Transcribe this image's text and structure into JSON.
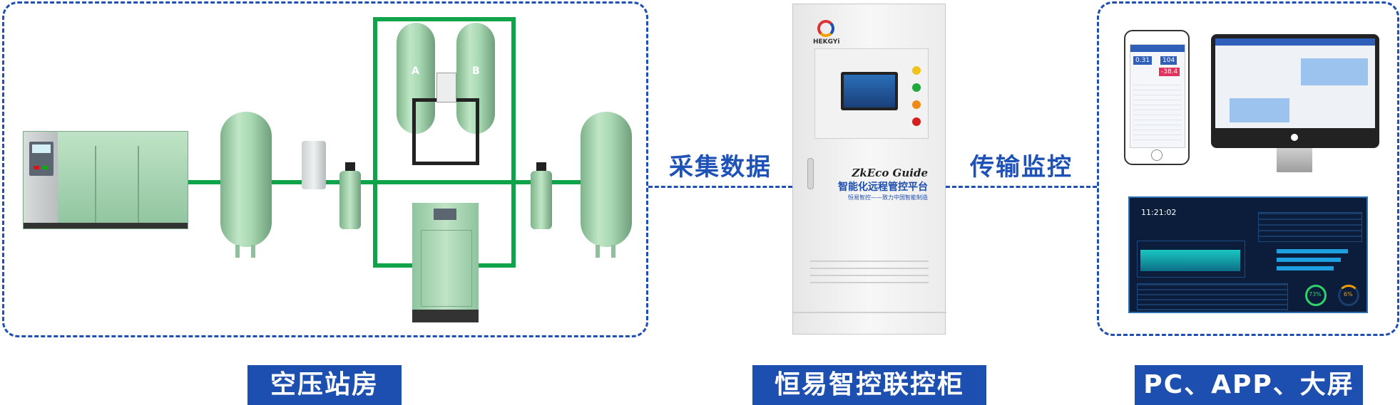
{
  "flow_labels": {
    "collect": "采集数据",
    "transmit": "传输监控"
  },
  "captions": {
    "station": "空压站房",
    "cabinet": "恒易智控联控柜",
    "terminals": "PC、APP、大屏"
  },
  "cabinet": {
    "brand_logo_text": "HEKGYi",
    "product_name": "ZkEco Guide",
    "platform_title": "智能化远程管控平台",
    "slogan": "恒易智控——致力中国智能制造"
  },
  "dryer_towers": {
    "left": "A",
    "right": "B"
  },
  "bigscreen": {
    "clock": "11:21:02",
    "gauge_left": "73%",
    "gauge_right": "6%"
  },
  "app": {
    "reading1": "0.31",
    "reading2": "104",
    "reading3": "-38.4"
  },
  "colors": {
    "accent_blue": "#1d4fb0",
    "pipe_green": "#0fa34a",
    "equipment_green": "#a8d8b2"
  }
}
